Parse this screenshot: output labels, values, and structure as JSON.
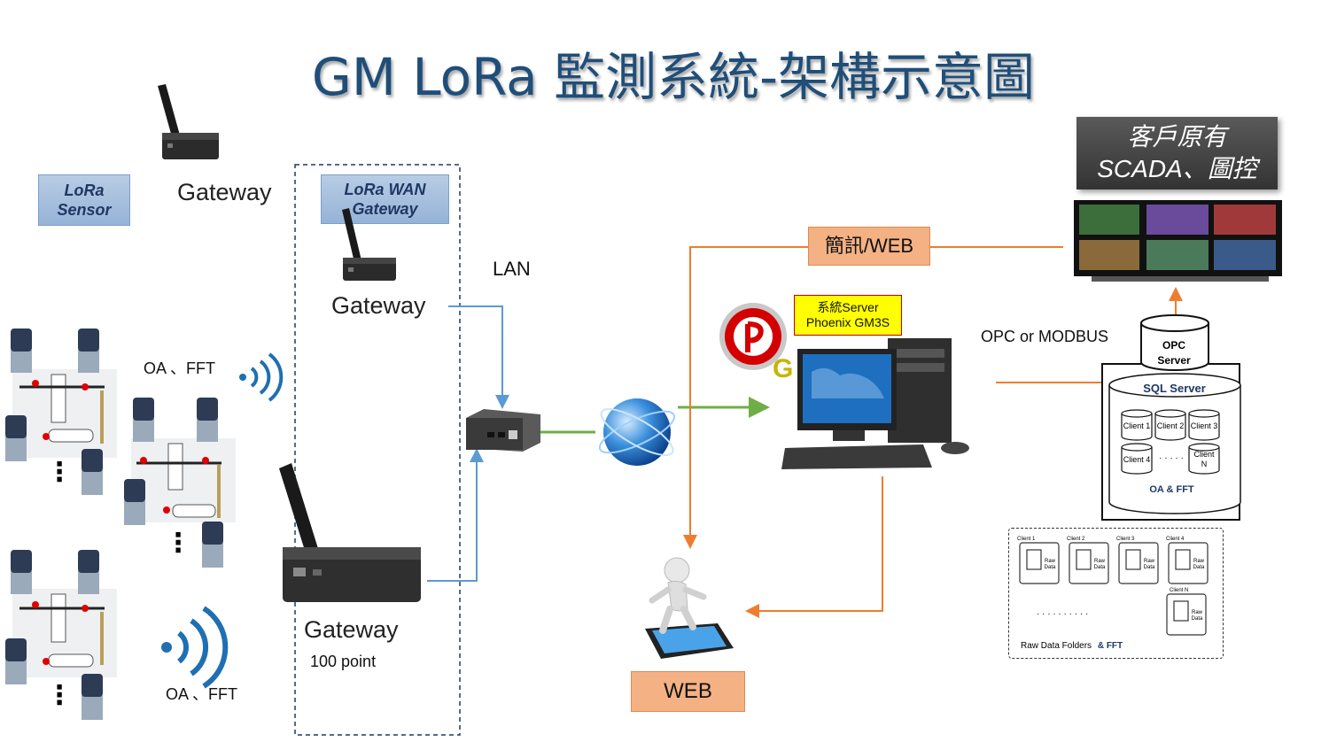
{
  "title": "GM LoRa 監測系統-架構示意圖",
  "legend": {
    "lora_sensor_line1": "LoRa",
    "lora_sensor_line2": "Sensor",
    "gateway_label": "Gateway"
  },
  "wan_gateway": {
    "label_line1": "LoRa WAN",
    "label_line2": "Gateway",
    "gateway_top": "Gateway",
    "gateway_bottom": "Gateway",
    "capacity": "100 point"
  },
  "signals": {
    "oa_fft_top": "OA 、FFT",
    "oa_fft_bottom": "OA 、FFT",
    "ellipsis": "⋮"
  },
  "network": {
    "lan": "LAN",
    "sms_web": "簡訊/WEB",
    "opc_modbus": "OPC or MODBUS"
  },
  "server": {
    "line1": "系統Server",
    "line2": "Phoenix GM3S"
  },
  "web_label": "WEB",
  "scada": {
    "line1": "客戶原有",
    "line2": "SCADA、圖控"
  },
  "database": {
    "opc_line1": "OPC",
    "opc_line2": "Server",
    "sql": "SQL Server",
    "clients": [
      "Client 1",
      "Client 2",
      "Client 3",
      "Client 4"
    ],
    "client_n_line1": "Client",
    "client_n_line2": "N",
    "dots": "· · · · ·",
    "footer": "OA & FFT"
  },
  "folders": {
    "clients": [
      "Client 1",
      "Client 2",
      "Client 3",
      "Client 4"
    ],
    "client_n": "Client N",
    "raw_line1": "Raw",
    "raw_line2": "Data",
    "dots": "· · · · · · · · · ·",
    "footer_a": "Raw Data Folders",
    "footer_b": "& FFT"
  },
  "colors": {
    "title": "#1f4e79",
    "blue_line": "#5b9bd5",
    "green_line": "#70ad47",
    "orange_line": "#ed7d31"
  }
}
